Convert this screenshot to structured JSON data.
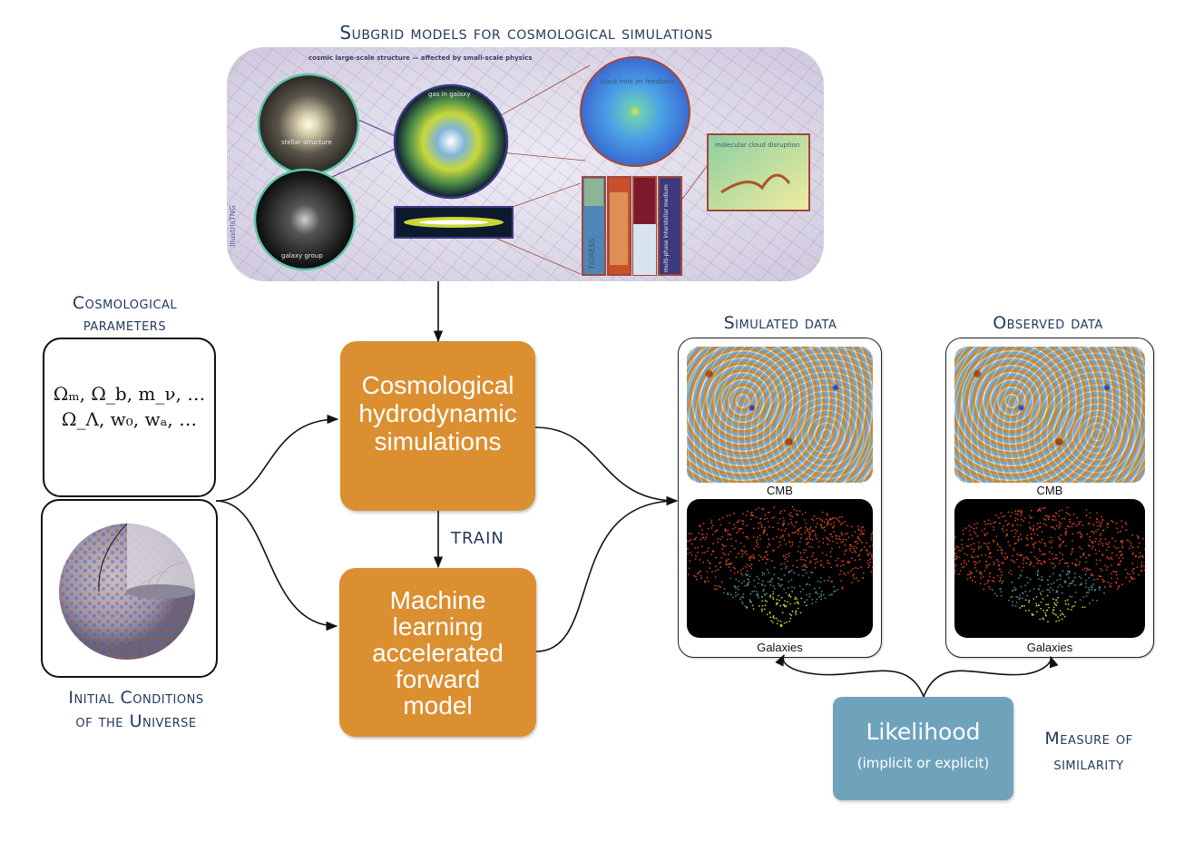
{
  "subgrid": {
    "title": "Subgrid models for cosmological simulations",
    "caption": "cosmic large-scale structure — affected by small-scale physics",
    "vertical_label": "IllustrisTNG",
    "labels": {
      "stellar": "stellar structure",
      "galaxy_group": "galaxy group",
      "gas": "gas in galaxy",
      "black_hole": "black hole jet feedback",
      "molecular": "molecular cloud disruption",
      "tigress": "TIGRESS",
      "ism": "multi-phase interstellar medium"
    }
  },
  "cosmo_params": {
    "title_line1": "Cosmological",
    "title_line2": "parameters",
    "formula_line1": "Ωₘ, Ω_b, m_ν, …",
    "formula_line2": "Ω_Λ, w₀, wₐ, …"
  },
  "initial_conditions": {
    "title_line1": "Initial Conditions",
    "title_line2": "of the Universe"
  },
  "hydro_box": {
    "line1": "Cosmological",
    "line2": "hydrodynamic",
    "line3": "simulations"
  },
  "train_label": "TRAIN",
  "ml_box": {
    "line1": "Machine",
    "line2": "learning",
    "line3": "accelerated",
    "line4": "forward",
    "line5": "model"
  },
  "simulated": {
    "title": "Simulated data",
    "cmb_label": "CMB",
    "galaxies_label": "Galaxies"
  },
  "observed": {
    "title": "Observed data",
    "cmb_label": "CMB",
    "galaxies_label": "Galaxies"
  },
  "likelihood": {
    "title": "Likelihood",
    "subtitle": "(implicit or explicit)",
    "side_line1": "Measure of",
    "side_line2": "similarity"
  },
  "colors": {
    "orange_box": "#db8f30",
    "likelihood_box": "#6fa3bb",
    "heading_text": "#233a5e"
  }
}
